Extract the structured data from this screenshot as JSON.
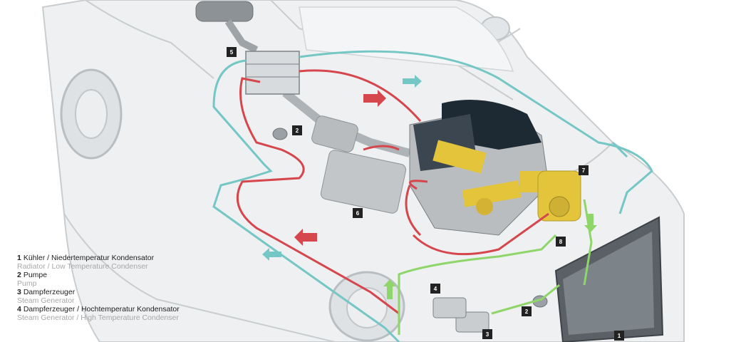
{
  "colors": {
    "hot_line": "#d6464d",
    "cool_line": "#74c7c4",
    "green_line": "#8fd66a",
    "engine_yellow": "#e3c43a",
    "engine_dark": "#1e2a33",
    "badge": "#222222"
  },
  "badges": [
    "1",
    "2",
    "3",
    "4",
    "5",
    "6",
    "7",
    "8"
  ],
  "legend": [
    {
      "num": "1",
      "de": "Kühler / Niedertemperatur Kondensator",
      "en": "Radiator / Low Temperature Condenser"
    },
    {
      "num": "2",
      "de": "Pumpe",
      "en": "Pump"
    },
    {
      "num": "3",
      "de": "Dampferzeuger",
      "en": "Steam Generator"
    },
    {
      "num": "4",
      "de": "Dampferzeuger / Hochtemperatur Kondensator",
      "en": "Steam Generator / High Temperature Condenser"
    }
  ]
}
